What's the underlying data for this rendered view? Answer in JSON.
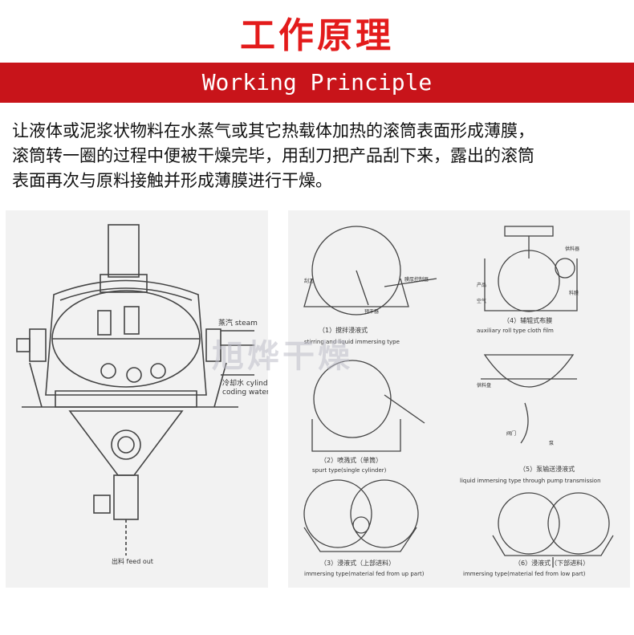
{
  "heading": {
    "title_cn": "工作原理",
    "title_en": "Working Principle"
  },
  "description": [
    "让液体或泥浆状物料在水蒸气或其它热载体加热的滚筒表面形成薄膜，",
    "滚筒转一圈的过程中便被干燥完毕，用刮刀把产品刮下来，露出的滚筒",
    "表面再次与原料接触并形成薄膜进行干燥。"
  ],
  "left_figure": {
    "steam_label": "蒸汽 steam",
    "cooling_label": "冷却水 cylinder",
    "cooling_label_2": "coding water",
    "feed_out_label": "出料 feed out"
  },
  "right_figure": {
    "diagrams": [
      {
        "caption_cn": "（1）搅拌浸液式",
        "caption_en": "stirring and liquid immersing type"
      },
      {
        "caption_cn": "（4）辅辊式布膜",
        "caption_en": "auxiliary roll type cloth film"
      },
      {
        "caption_cn": "（2）喷溅式（单筒）",
        "caption_en": "spurt type(single cylinder)"
      },
      {
        "caption_cn": "（5）泵输送浸液式",
        "caption_en": "liquid immersing type through pump transmission"
      },
      {
        "caption_cn": "（3）浸液式（上部进料）",
        "caption_en": "immersing type(material fed from up part)"
      },
      {
        "caption_cn": "（6）浸液式（下部进料）",
        "caption_en": "immersing type(material fed from low part)"
      }
    ],
    "small_labels": {
      "scraper": "刮刀",
      "dryer": "预干器",
      "film_control": "膜厚控制器",
      "feeder": "供料器",
      "product": "产品",
      "air": "空气",
      "material_film": "料膜",
      "valve": "阀门",
      "pump": "泵",
      "feeding_plate": "供料盘"
    }
  },
  "watermark": "旭烨干燥"
}
